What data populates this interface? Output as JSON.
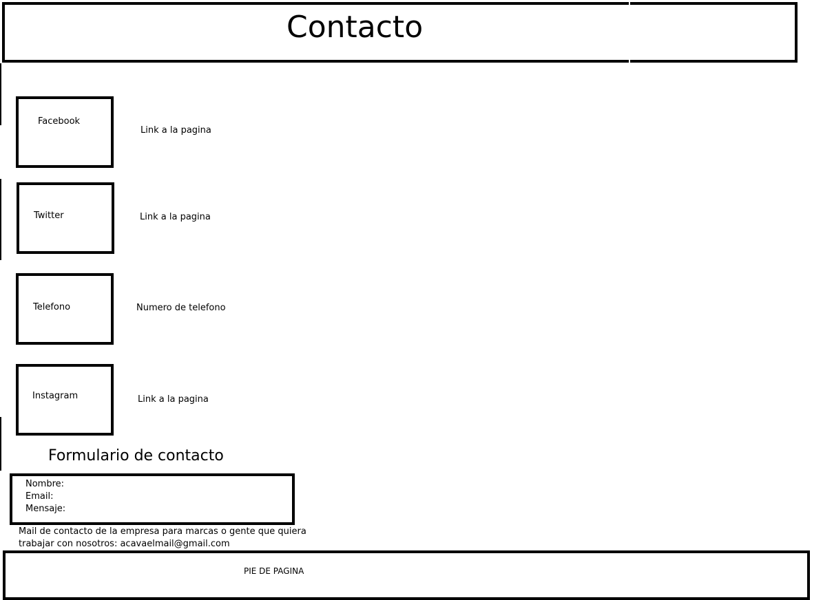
{
  "header": {
    "title": "Contacto"
  },
  "contacts": [
    {
      "label": "Facebook",
      "value": "Link a la pagina"
    },
    {
      "label": "Twitter",
      "value": "Link a la pagina"
    },
    {
      "label": "Telefono",
      "value": "Numero de telefono"
    },
    {
      "label": "Instagram",
      "value": "Link a la pagina"
    }
  ],
  "form": {
    "title": "Formulario de contacto",
    "fields": [
      "Nombre:",
      "Email:",
      "Mensaje:"
    ]
  },
  "note": "Mail de contacto de la empresa para marcas o gente que quiera trabajar con nosotros: acavaelmail@gmail.com",
  "footer": {
    "text": "PIE DE PAGINA"
  }
}
